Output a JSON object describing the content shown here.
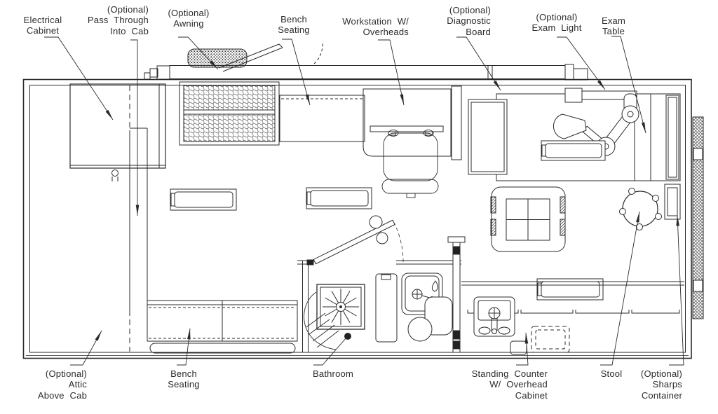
{
  "drawing": {
    "kind": "floor-plan",
    "colors": {
      "line": "#2b2b2b",
      "background": "#ffffff"
    }
  },
  "labels": {
    "electrical_cabinet": {
      "text": "Electrical\nCabinet"
    },
    "pass_through": {
      "text": "(Optional)\nPass Through\nInto Cab"
    },
    "awning": {
      "text": "(Optional)\nAwning"
    },
    "bench_seating_top": {
      "text": "Bench\nSeating"
    },
    "workstation": {
      "text": "Workstation W/\nOverheads"
    },
    "diagnostic_board": {
      "text": "(Optional)\nDiagnostic\nBoard"
    },
    "exam_light": {
      "text": "(Optional)\nExam Light"
    },
    "exam_table": {
      "text": "Exam\nTable"
    },
    "attic_above_cab": {
      "text": "(Optional)\nAttic\nAbove Cab"
    },
    "bench_seating_bottom": {
      "text": "Bench\nSeating"
    },
    "bathroom": {
      "text": "Bathroom"
    },
    "standing_counter": {
      "text": "Standing Counter\nW/ Overhead\nCabinet"
    },
    "stool": {
      "text": "Stool"
    },
    "sharps_container": {
      "text": "(Optional)\nSharps\nContainer"
    }
  }
}
